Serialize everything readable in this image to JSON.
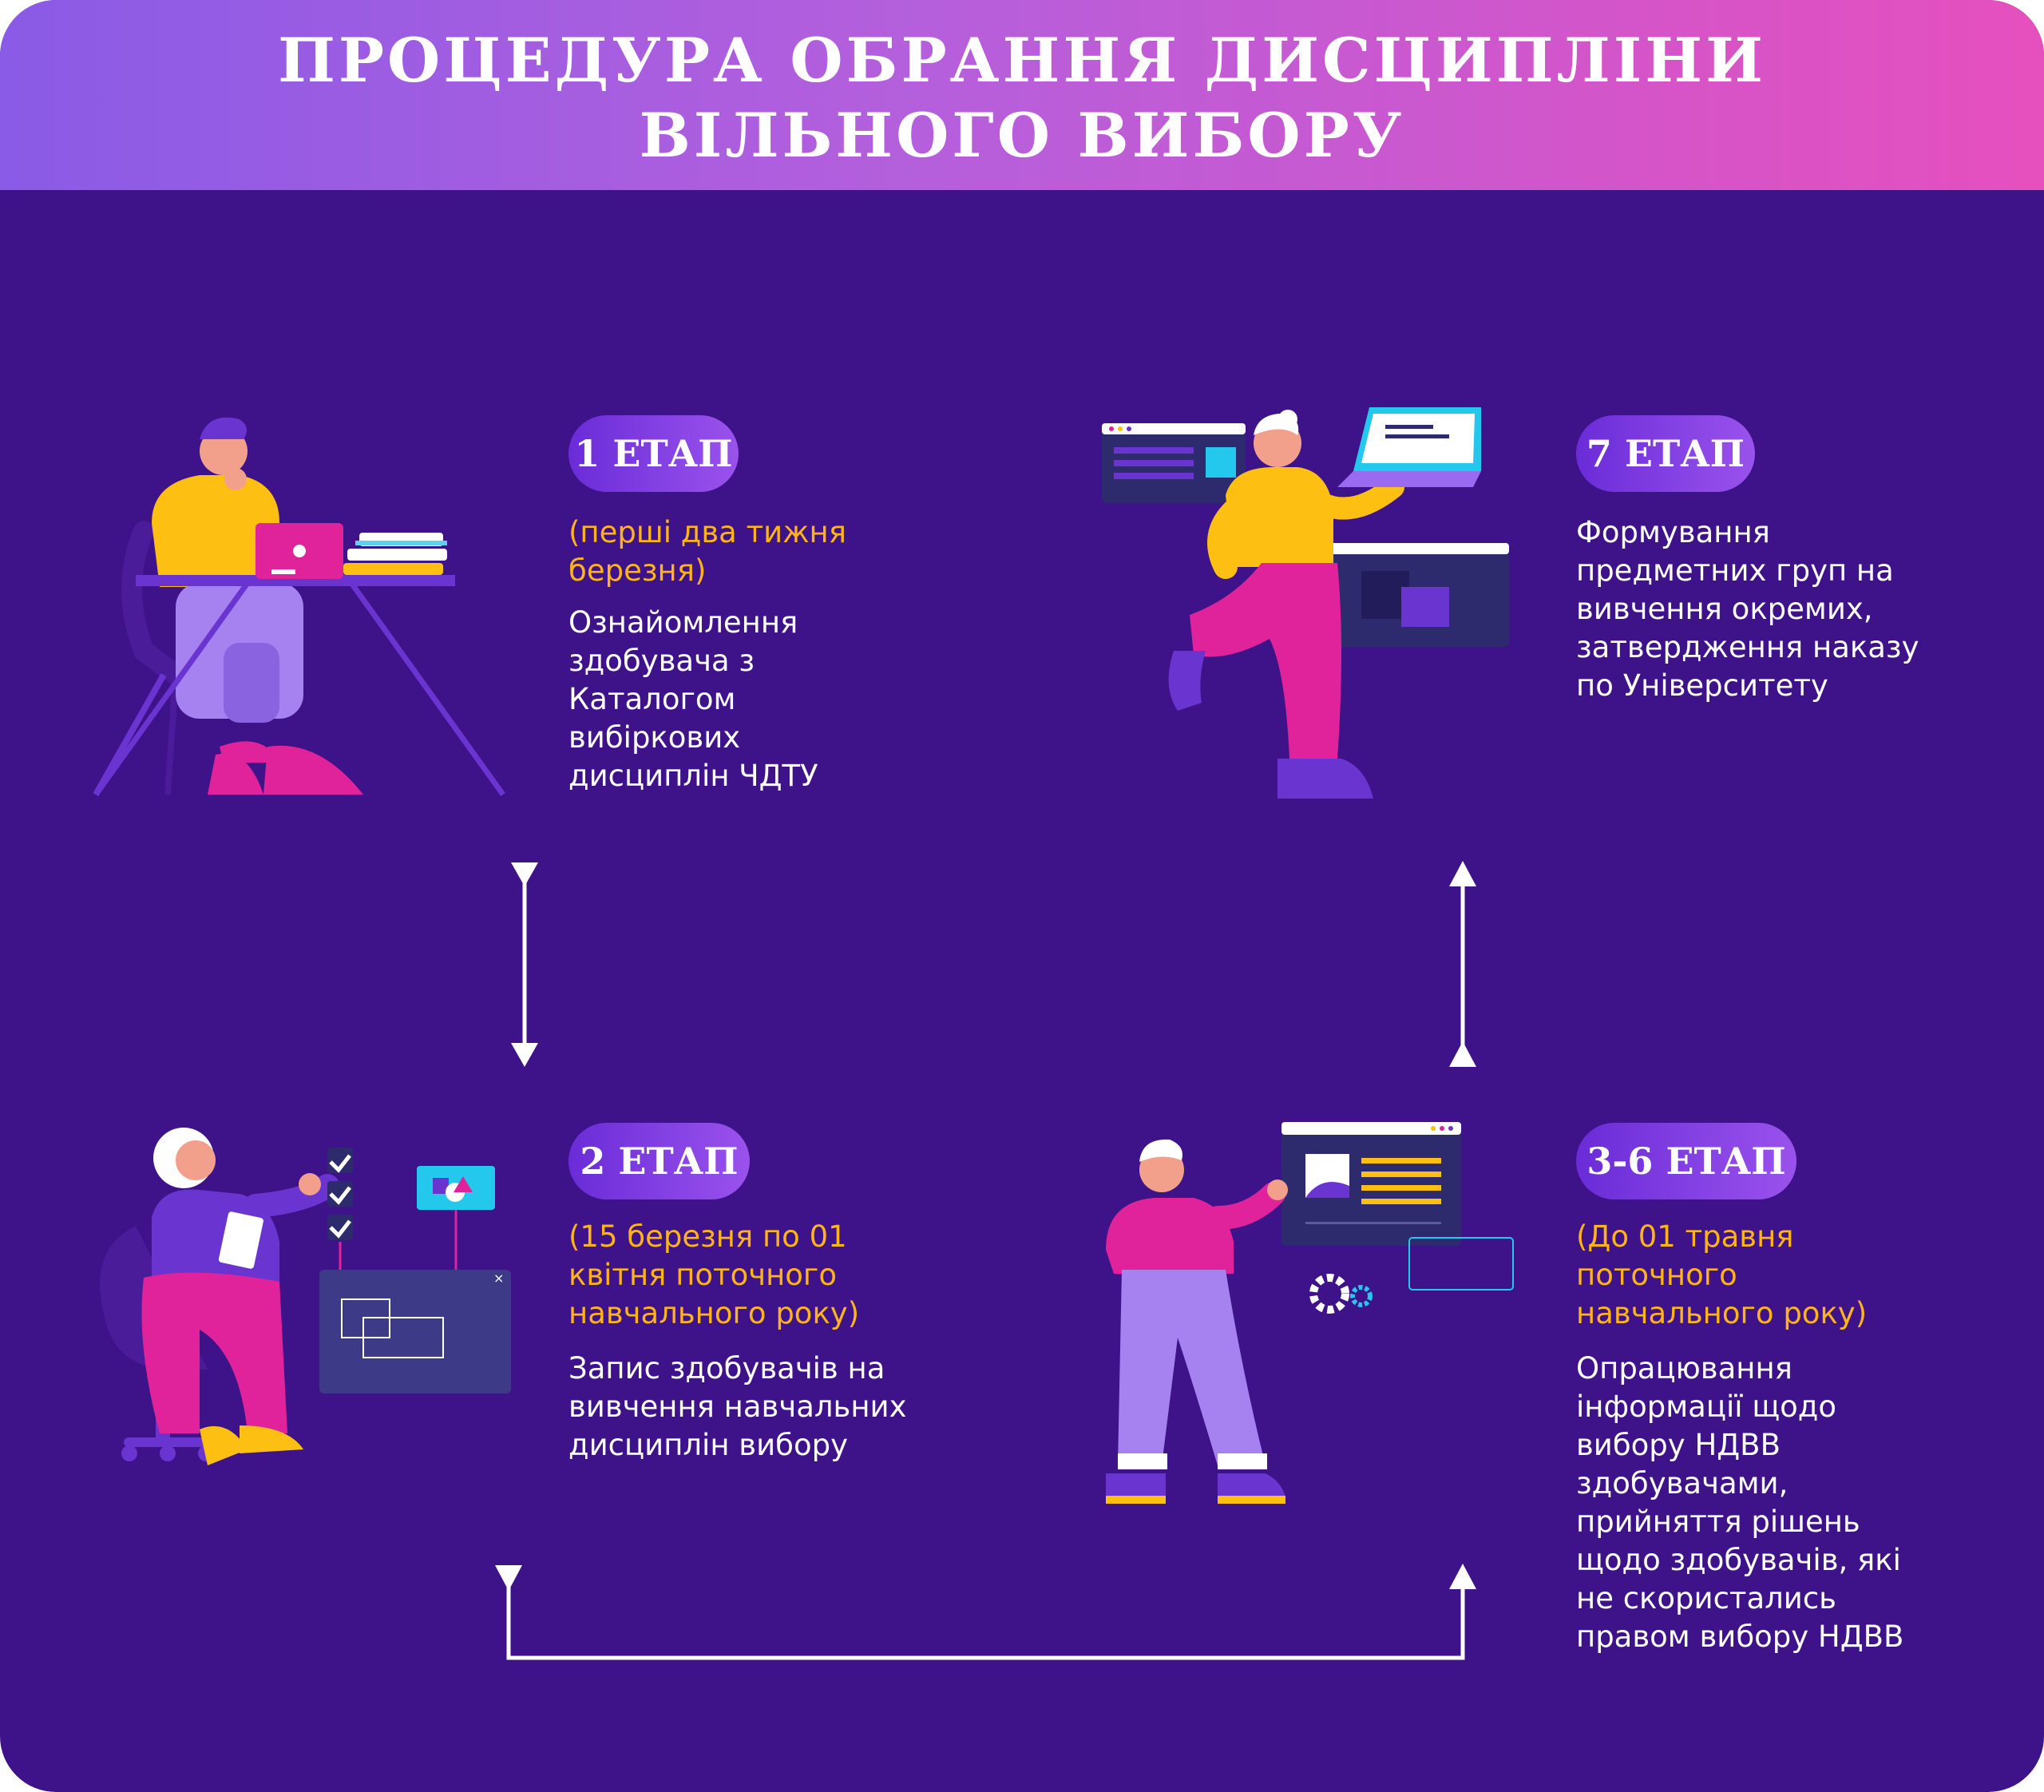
{
  "header": {
    "title_line1": "ПРОЦЕДУРА ОБРАННЯ ДИСЦИПЛІНИ",
    "title_line2": "ВІЛЬНОГО ВИБОРУ"
  },
  "stages": [
    {
      "label": "1 ЕТАП",
      "date": "(перші два тижня\nберезня)",
      "description": "Ознайомлення\nздобувача з\nКаталогом\nвибіркових\nдисциплін ЧДТУ"
    },
    {
      "label": "7 ЕТАП",
      "date": "",
      "description": "Формування\nпредметних груп на\nвивчення окремих,\nзатвердження наказу\nпо Університету"
    },
    {
      "label": "2 ЕТАП",
      "date": "(15 березня по 01\nквітня поточного\nнавчального року)",
      "description": "Запис здобувачів на\nвивчення навчальних\nдисциплін вибору"
    },
    {
      "label": "3-6 ЕТАП",
      "date": "(До 01 травня\nпоточного\nнавчального року)",
      "description": "Опрацювання\nінформації щодо\nвибору НДВВ\nздобувачами,\nприйняття рішень\nщодо здобувачів, які\nне скористались\nправом вибору НДВВ"
    }
  ],
  "colors": {
    "background": "#3e1288",
    "header_gradient_start": "#8a5be6",
    "header_gradient_end": "#e64fbe",
    "date_text": "#ffb31a",
    "body_text": "#ffffff",
    "accent_pink": "#e0239a",
    "accent_yellow": "#fcbf12",
    "accent_lilac": "#9a6af0"
  },
  "icons": {
    "stage1": "person-at-desk-with-laptop-illustration",
    "stage7": "person-holding-laptop-illustration",
    "stage2": "person-with-checklist-illustration",
    "stage3_6": "person-presenting-screen-illustration",
    "flow": "arrow-icon"
  }
}
